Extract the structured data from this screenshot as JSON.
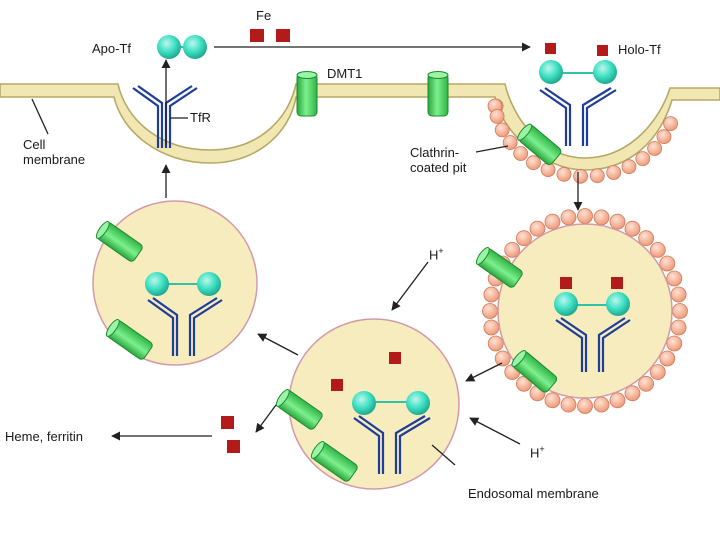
{
  "labels": {
    "fe": "Fe",
    "apo_tf": "Apo-Tf",
    "holo_tf": "Holo-Tf",
    "dmt1": "DMT1",
    "tfr": "TfR",
    "cell_membrane_line1": "Cell",
    "cell_membrane_line2": "membrane",
    "clathrin_line1": "Clathrin-",
    "clathrin_line2": "coated pit",
    "h_plus_top": "H",
    "h_plus_bottom": "H",
    "h_plus_superscript": "+",
    "heme_ferritin": "Heme, ferritin",
    "endosomal_membrane": "Endosomal membrane"
  },
  "colors": {
    "membrane_fill": "#f1e7b3",
    "membrane_stroke": "#b8a866",
    "vesicle_fill": "#f6ecbe",
    "vesicle_stroke": "#d59aa8",
    "transferrin": "#3fe0c4",
    "receptor": "#1f3e9a",
    "iron": "#b31b1b",
    "dmt1_channel": "#4fd868",
    "clathrin": "#f5a98a"
  },
  "icons": [
    "transferrin-icon",
    "receptor-icon",
    "iron-icon",
    "dmt1-channel-icon",
    "clathrin-coat-icon"
  ]
}
